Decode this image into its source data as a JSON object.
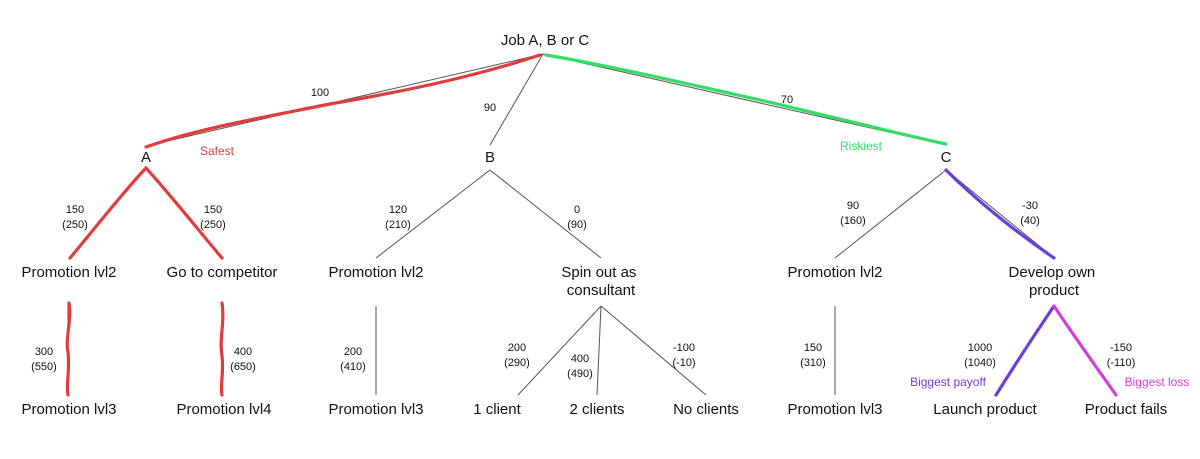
{
  "nodes": {
    "root": "Job A, B or C",
    "a": "A",
    "b": "B",
    "c": "C",
    "a1": "Promotion lvl2",
    "a2": "Go to competitor",
    "b1": "Promotion lvl2",
    "b2": [
      "Spin out as",
      "consultant"
    ],
    "c1": "Promotion lvl2",
    "c2": [
      "Develop own",
      "product"
    ],
    "a1_1": "Promotion lvl3",
    "a2_1": "Promotion lvl4",
    "b1_1": "Promotion lvl3",
    "b2_1": "1 client",
    "b2_2": "2 clients",
    "b2_3": "No clients",
    "c1_1": "Promotion lvl3",
    "c2_1": "Launch product",
    "c2_2": "Product fails"
  },
  "edges": {
    "root_a": "100",
    "root_b": "90",
    "root_c": "70",
    "a_a1": [
      "150",
      "(250)"
    ],
    "a_a2": [
      "150",
      "(250)"
    ],
    "b_b1": [
      "120",
      "(210)"
    ],
    "b_b2": [
      "0",
      "(90)"
    ],
    "c_c1": [
      "90",
      "(160)"
    ],
    "c_c2": [
      "-30",
      "(40)"
    ],
    "a1_a1_1": [
      "300",
      "(550)"
    ],
    "a2_a2_1": [
      "400",
      "(650)"
    ],
    "b1_b1_1": [
      "200",
      "(410)"
    ],
    "b2_b2_1": [
      "200",
      "(290)"
    ],
    "b2_b2_2": [
      "400",
      "(490)"
    ],
    "b2_b2_3": [
      "-100",
      "(-10)"
    ],
    "c1_c1_1": [
      "150",
      "(310)"
    ],
    "c2_c2_1": [
      "1000",
      "(1040)"
    ],
    "c2_c2_2": [
      "-150",
      "(-110)"
    ]
  },
  "annotations": {
    "safest": "Safest",
    "riskiest": "Riskiest",
    "biggest_payoff": "Biggest payoff",
    "biggest_loss": "Biggest loss"
  },
  "colors": {
    "safest": "#e03c3c",
    "riskiest": "#33dd66",
    "payoff": "#6a3fd8",
    "loss": "#d63fd6",
    "edge": "#555555"
  }
}
